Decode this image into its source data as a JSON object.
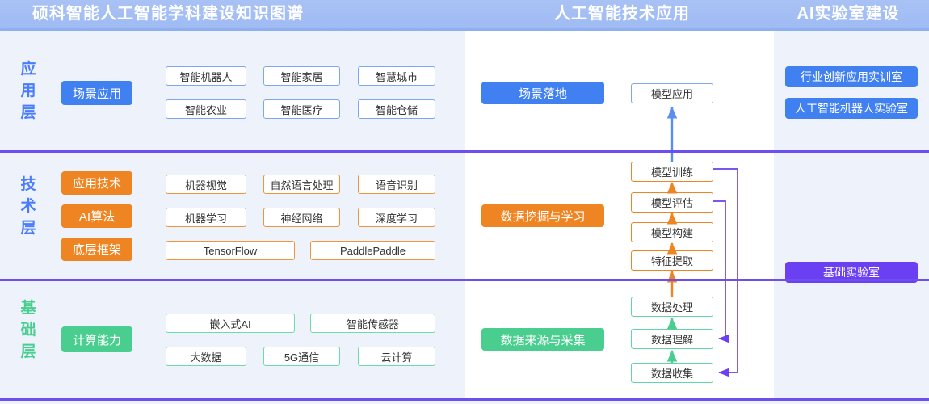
{
  "header": {
    "titles": [
      {
        "text": "硕科智能人工智能学科建设知识图谱"
      },
      {
        "text": "人工智能技术应用"
      },
      {
        "text": "AI实验室建设"
      }
    ]
  },
  "colors": {
    "blue": "#4080f0",
    "orange": "#ee8522",
    "green": "#4ace8f",
    "purple": "#6b3ff2",
    "header_bg": "#a9c2f5",
    "panel_bg": "#eef2fb",
    "divider": "#6d4ff0"
  },
  "layers": {
    "application": {
      "label": [
        "应",
        "用",
        "层"
      ]
    },
    "technology": {
      "label": [
        "技",
        "术",
        "层"
      ]
    },
    "foundation": {
      "label": [
        "基",
        "础",
        "层"
      ]
    }
  },
  "left_column": {
    "application": {
      "pill": "场景应用",
      "items": [
        "智能机器人",
        "智能家居",
        "智慧城市",
        "智能农业",
        "智能医疗",
        "智能仓储"
      ]
    },
    "technology": {
      "pills": [
        "应用技术",
        "AI算法",
        "底层框架"
      ],
      "row1": [
        "机器视觉",
        "自然语言处理",
        "语音识别"
      ],
      "row2": [
        "机器学习",
        "神经网络",
        "深度学习"
      ],
      "row3": [
        "TensorFlow",
        "PaddlePaddle"
      ]
    },
    "foundation": {
      "pill": "计算能力",
      "row1": [
        "嵌入式AI",
        "智能传感器"
      ],
      "row2": [
        "大数据",
        "5G通信",
        "云计算"
      ]
    }
  },
  "middle_column": {
    "application": {
      "pill": "场景落地",
      "flow": [
        "模型应用"
      ]
    },
    "technology": {
      "pill": "数据挖掘与学习",
      "flow": [
        "模型训练",
        "模型评估",
        "模型构建",
        "特征提取"
      ]
    },
    "foundation": {
      "pill": "数据来源与采集",
      "flow": [
        "数据处理",
        "数据理解",
        "数据收集"
      ]
    },
    "feedback": [
      {
        "from": "模型训练",
        "to": "数据收集"
      },
      {
        "from": "模型评估",
        "to": "数据理解"
      }
    ]
  },
  "right_column": {
    "application": [
      "行业创新应用实训室",
      "人工智能机器人实验室"
    ],
    "technology": [
      "基础实验室"
    ]
  }
}
